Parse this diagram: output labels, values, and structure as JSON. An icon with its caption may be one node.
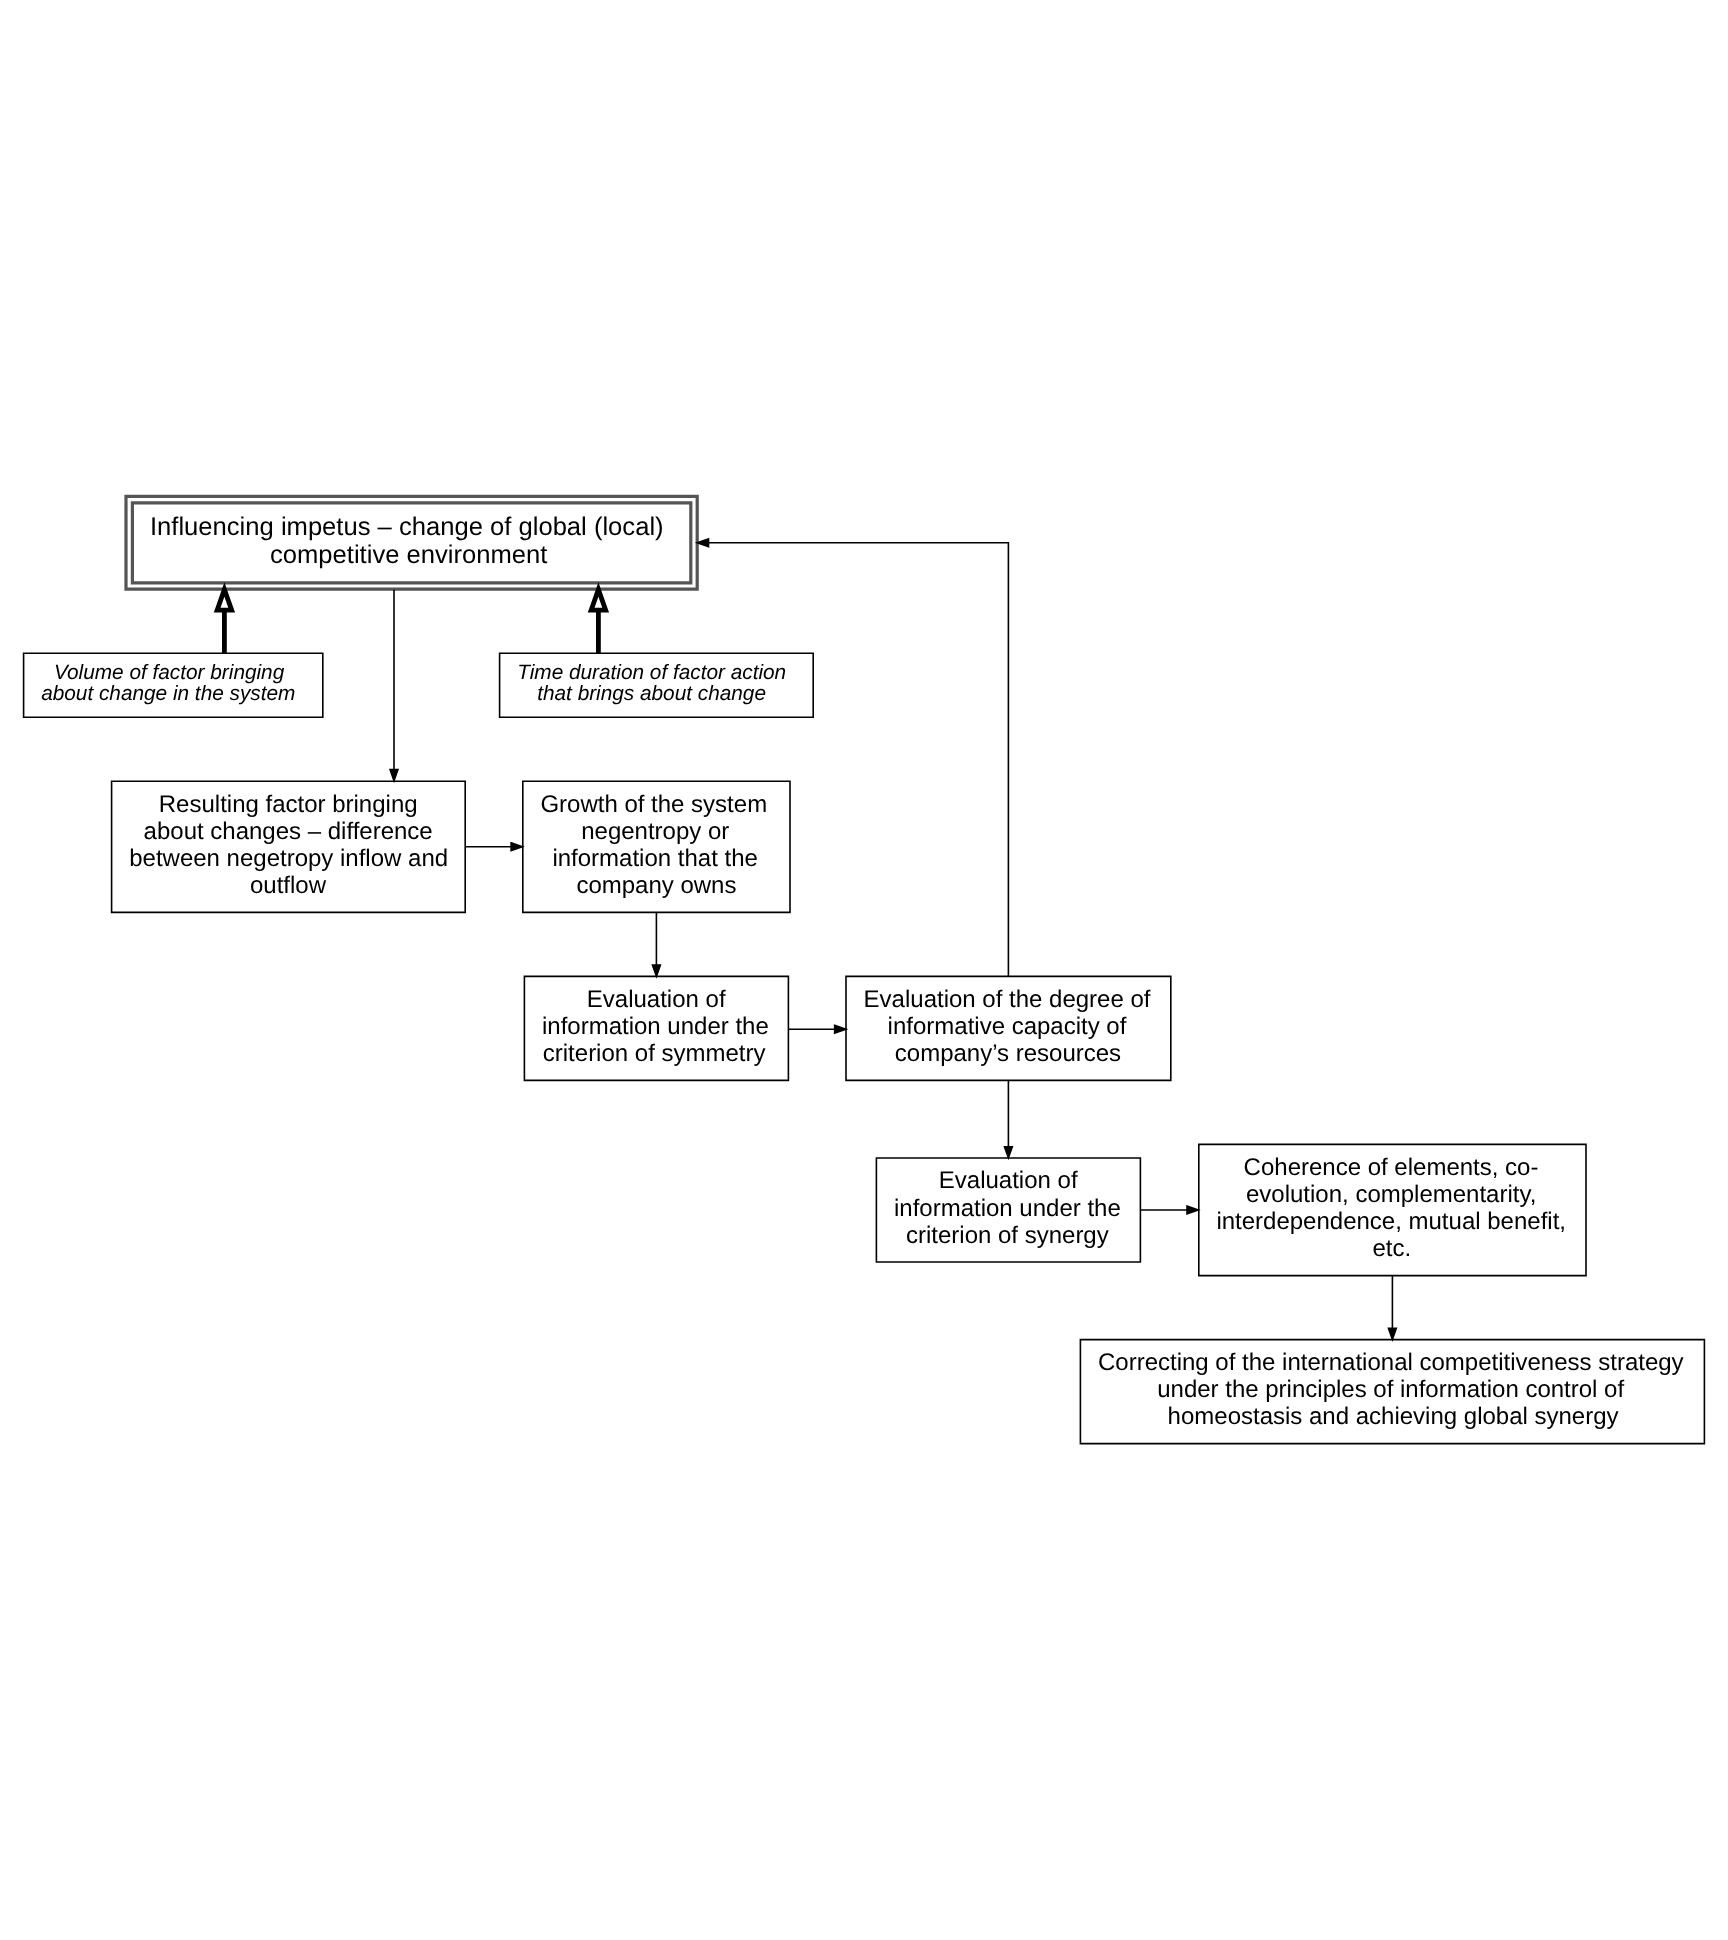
{
  "diagram": {
    "nodes": [
      {
        "text": [
          "Influencing impetus – change of global (local) competitive environment"
        ]
      },
      {
        "text": [
          "Volume of factor bringing about change in the system"
        ]
      },
      {
        "text": [
          "Time duration of factor action that brings about change"
        ]
      },
      {
        "text": [
          "Resulting factor bringing about changes – difference between negetropy inflow and outflow"
        ]
      },
      {
        "text": [
          "Growth of the system negentropy or information that the company owns"
        ]
      },
      {
        "text": [
          "Evaluation of information under the criterion of symmetry"
        ]
      },
      {
        "text": [
          "Evaluation of the degree of informative capacity of company’s resources"
        ]
      },
      {
        "text": [
          "Evaluation of information under the criterion of synergy"
        ]
      },
      {
        "text": [
          "Coherence of elements, co-evolution, complementarity, interdependence, mutual benefit, etc."
        ]
      },
      {
        "text": [
          "Correcting of the international competitiveness strategy under the principles of information control of homeostasis and achieving global synergy"
        ]
      }
    ],
    "edges": [
      {
        "from": 1,
        "to": 0,
        "arrow": "to",
        "style": "thick"
      },
      {
        "from": 2,
        "to": 0,
        "arrow": "to",
        "style": "thick"
      },
      {
        "from": 0,
        "to": 3,
        "arrow": "to"
      },
      {
        "from": 3,
        "to": 4,
        "arrow": "to"
      },
      {
        "from": 4,
        "to": 5,
        "arrow": "to"
      },
      {
        "from": 5,
        "to": 6,
        "arrow": "to"
      },
      {
        "from": 6,
        "to": 0,
        "arrow": "to"
      },
      {
        "from": 6,
        "to": 7,
        "arrow": "to"
      },
      {
        "from": 7,
        "to": 8,
        "arrow": "to"
      },
      {
        "from": 8,
        "to": 9,
        "arrow": "to"
      }
    ]
  }
}
